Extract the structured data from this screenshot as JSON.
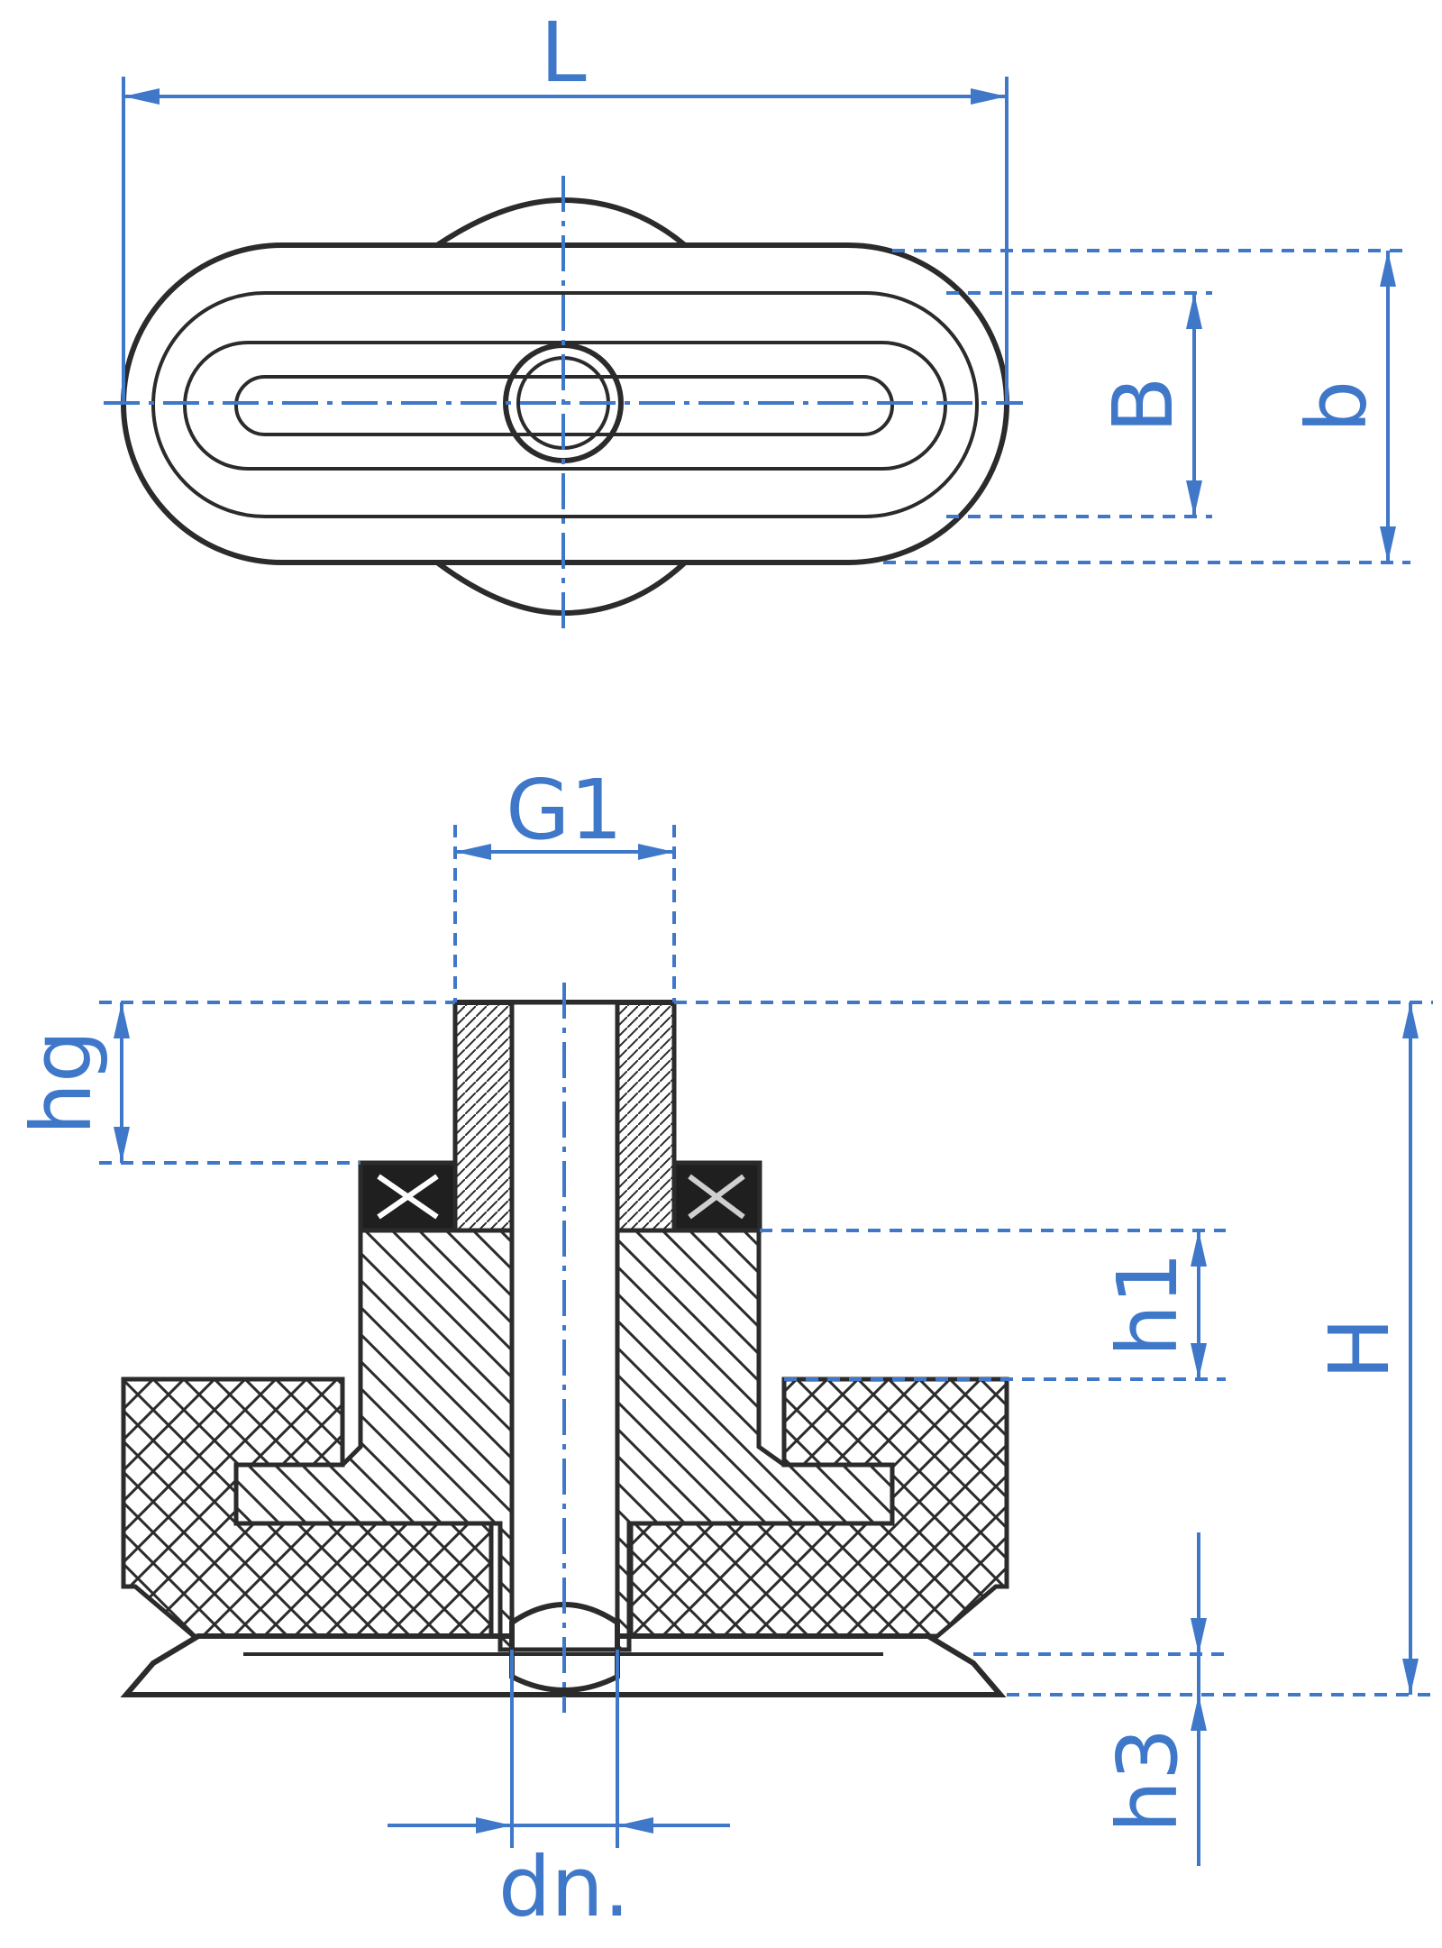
{
  "labels": {
    "L": "L",
    "B": "B",
    "b": "b",
    "G1": "G1",
    "hg": "hg",
    "h1": "h1",
    "H": "H",
    "h3": "h3",
    "dn": "dn."
  },
  "colors": {
    "dimension": "#3f78c9",
    "outline": "#2b2b2b",
    "background": "#ffffff"
  }
}
